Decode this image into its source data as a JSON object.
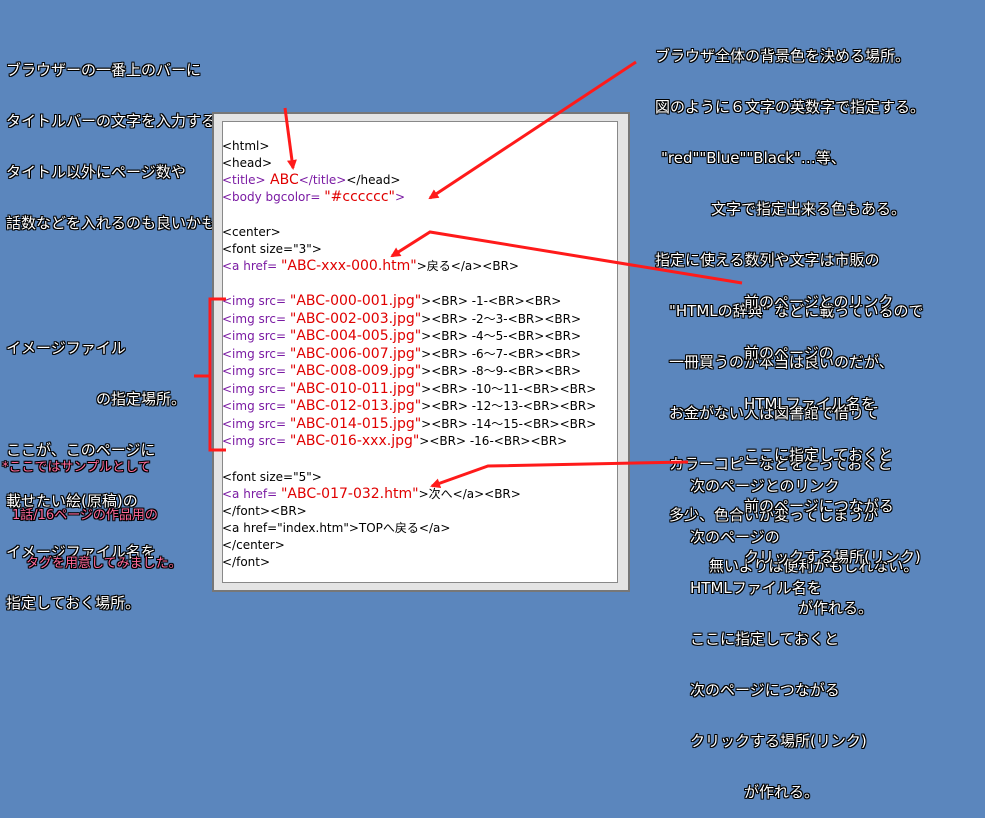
{
  "notes": {
    "title_note": [
      "ブラウザーの一番上のバーに",
      "タイトルバーの文字を入力する場所。",
      "タイトル以外にページ数や",
      "話数などを入れるのも良いかもしれない。"
    ],
    "bgcolor_note": [
      "ブラウザ全体の背景色を決める場所。",
      "図のように６文字の英数字で指定する。",
      "\"red\"\"Blue\"\"Black\"…等、",
      "文字で指定出来る色もある。",
      "指定に使える数列や文字は市販の",
      "\"HTMLの辞典\" などに載っているので",
      "一冊買うのが本当は良いのだが、",
      "お金がない人は図書館で借りて",
      "カラーコピーなどをとっておくと",
      "多少、色合いが変ってしまうが",
      "無いよりは便利かもしれない。"
    ],
    "prev_note": [
      "前のページとのリンク",
      "前のページの",
      "HTMLファイル名を",
      "ここに指定しておくと",
      "前のページにつながる",
      "クリックする場所(リンク)",
      "が作れる。"
    ],
    "image_note": [
      "イメージファイル",
      "の指定場所。",
      "ここが、このページに",
      "載せたい絵(原稿)の",
      "イメージファイル名を",
      "指定しておく場所。"
    ],
    "sample_note": [
      "*ここではサンプルとして",
      "1話/16ページの作品用の",
      "タグを用意してみました。"
    ],
    "next_note": [
      "次のページとのリンク",
      "次のページの",
      "HTMLファイル名を",
      "ここに指定しておくと",
      "次のページにつながる",
      "クリックする場所(リンク)",
      "が作れる。"
    ]
  },
  "code": {
    "html_open": "<html>",
    "head_open": "<head>",
    "title_open": "<title>",
    "title_value": " ABC",
    "title_close": "</title>",
    "head_close": "</head>",
    "body_tag": "<body bgcolor= ",
    "bgcolor_value": "\"#cccccc\"",
    "body_close": ">",
    "center_open": "<center>",
    "font3": "<font size=\"3\">",
    "prev_a": "<a href= ",
    "prev_href": "\"ABC-xxx-000.htm\"",
    "prev_rest": ">戻る</a><BR>",
    "img_prefix": "<img src= ",
    "images": [
      {
        "file": "\"ABC-000-001.jpg\"",
        "rest": "><BR> -1-<BR><BR>"
      },
      {
        "file": "\"ABC-002-003.jpg\"",
        "rest": "><BR> -2～3-<BR><BR>"
      },
      {
        "file": "\"ABC-004-005.jpg\"",
        "rest": "><BR> -4～5-<BR><BR>"
      },
      {
        "file": "\"ABC-006-007.jpg\"",
        "rest": "><BR> -6～7-<BR><BR>"
      },
      {
        "file": "\"ABC-008-009.jpg\"",
        "rest": "><BR> -8～9-<BR><BR>"
      },
      {
        "file": "\"ABC-010-011.jpg\"",
        "rest": "><BR> -10～11-<BR><BR>"
      },
      {
        "file": "\"ABC-012-013.jpg\"",
        "rest": "><BR> -12～13-<BR><BR>"
      },
      {
        "file": "\"ABC-014-015.jpg\"",
        "rest": "><BR> -14～15-<BR><BR>"
      },
      {
        "file": "\"ABC-016-xxx.jpg\"",
        "rest": "><BR> -16-<BR><BR>"
      }
    ],
    "font5": "<font size=\"5\">",
    "next_a": "<a href= ",
    "next_href": "\"ABC-017-032.htm\"",
    "next_rest": ">次へ</a><BR>",
    "font_close_br": "</font><BR>",
    "top_link": "<a href=\"index.htm\">TOPへ戻る</a>",
    "center_close": "</center>",
    "font_close": "</font>"
  },
  "colors": {
    "background": "#5b86bd",
    "arrow": "#ff1a1a",
    "tag": "#7a1aa3",
    "value": "#e00000"
  }
}
